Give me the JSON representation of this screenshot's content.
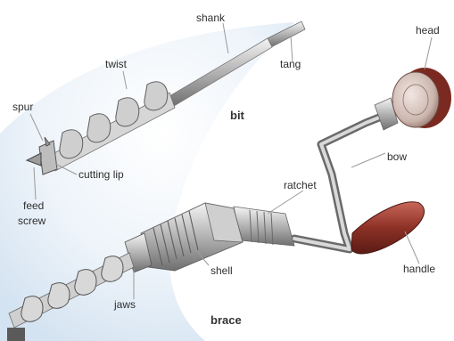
{
  "labels": {
    "shank": "shank",
    "tang": "tang",
    "twist": "twist",
    "spur": "spur",
    "cutting_lip": "cutting lip",
    "feed": "feed",
    "screw": "screw",
    "bit": "bit",
    "head": "head",
    "bow": "bow",
    "ratchet": "ratchet",
    "handle": "handle",
    "shell": "shell",
    "jaws": "jaws",
    "brace": "brace"
  }
}
